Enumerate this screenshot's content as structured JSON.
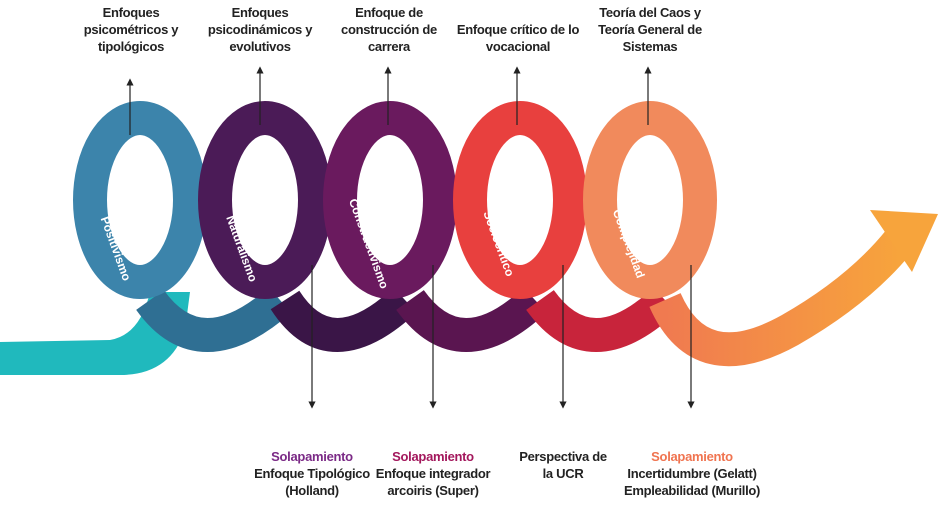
{
  "colors": {
    "positivismo": "#3c84ab",
    "naturalismo": "#4b1b57",
    "constructivismo": "#6a1a5e",
    "sociocritico": "#e8403e",
    "complejidad": "#f18a5c",
    "teal": "#20b9bd",
    "overlap_purple": "#7b2a86",
    "overlap_magenta": "#a3175c",
    "overlap_orange": "#f07450"
  },
  "paradigms": [
    "Positivismo",
    "Naturalismo",
    "Constructivismo",
    "Sociocrítico",
    "Complejidad"
  ],
  "top_labels": [
    [
      "Enfoques",
      "psicométricos y",
      "tipológicos"
    ],
    [
      "Enfoques",
      "psicodinámicos y",
      "evolutivos"
    ],
    [
      "Enfoque de",
      "construcción de",
      "carrera"
    ],
    [
      "Enfoque crítico de lo",
      "vocacional"
    ],
    [
      "Teoría del Caos y",
      "Teoría General de",
      "Sistemas"
    ]
  ],
  "bottom_labels": [
    {
      "title": "Solapamiento",
      "lines": [
        "Enfoque Tipológico",
        "(Holland)"
      ]
    },
    {
      "title": "Solapamiento",
      "lines": [
        "Enfoque integrador",
        "arcoiris (Super)"
      ]
    },
    {
      "title": "",
      "lines": [
        "Perspectiva de",
        "la UCR"
      ]
    },
    {
      "title": "Solapamiento",
      "lines": [
        "Incertidumbre (Gelatt)",
        "Empleabilidad (Murillo)"
      ]
    }
  ]
}
